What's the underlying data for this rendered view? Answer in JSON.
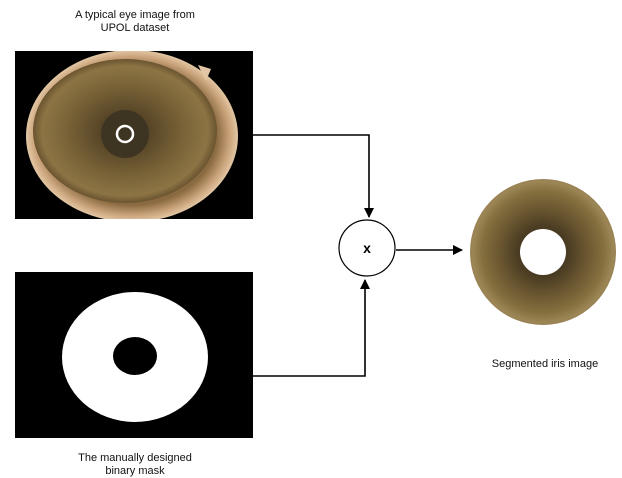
{
  "captions": {
    "eye_image": "A typical eye image from\nUPOL dataset",
    "binary_mask": "The manually designed\nbinary mask",
    "segmented": "Segmented iris image"
  },
  "operator": {
    "symbol": "x"
  },
  "colors": {
    "background": "#ffffff",
    "panel": "#000000",
    "sclera_ring": "#c9a27a",
    "iris_outer": "#7a6438",
    "iris_inner": "#5a4828",
    "pupil": "#222018",
    "mask": "#ffffff",
    "line": "#000000"
  }
}
